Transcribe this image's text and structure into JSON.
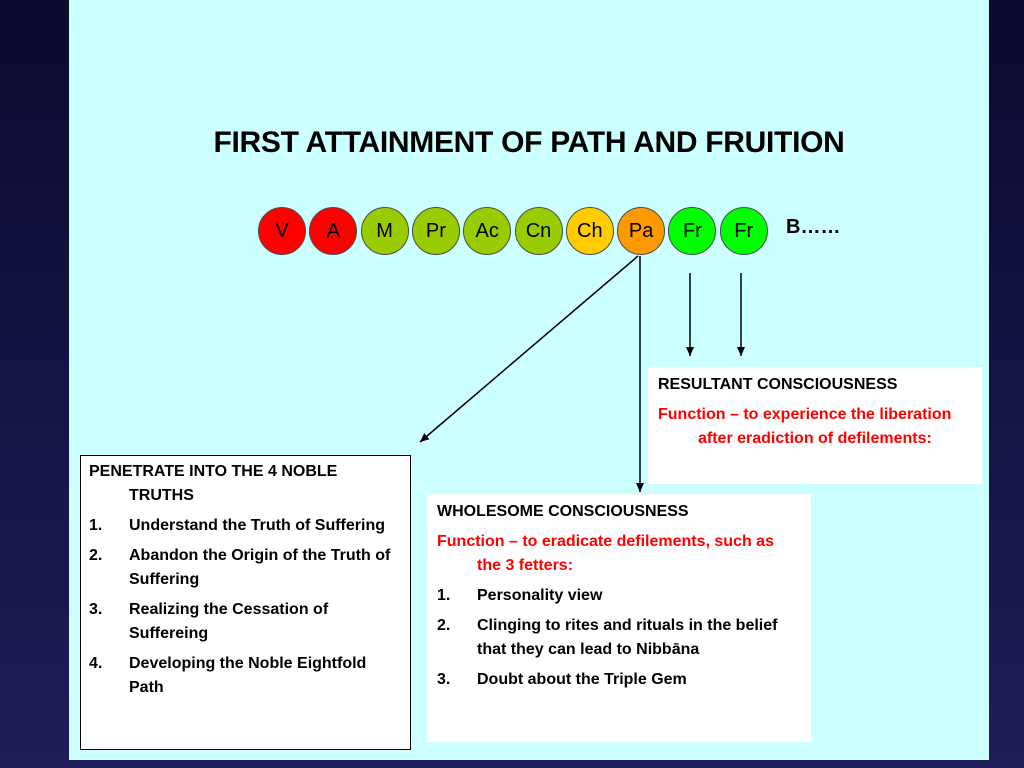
{
  "title": "FIRST ATTAINMENT OF PATH AND FRUITION",
  "sequence": [
    {
      "label": "V",
      "color": "#ff0000"
    },
    {
      "label": "A",
      "color": "#ff0000"
    },
    {
      "label": "M",
      "color": "#99cc00"
    },
    {
      "label": "Pr",
      "color": "#99cc00"
    },
    {
      "label": "Ac",
      "color": "#99cc00"
    },
    {
      "label": "Cn",
      "color": "#99cc00"
    },
    {
      "label": "Ch",
      "color": "#ffcc00"
    },
    {
      "label": "Pa",
      "color": "#ff9900"
    },
    {
      "label": "Fr",
      "color": "#00ff00"
    },
    {
      "label": "Fr",
      "color": "#00ff00"
    }
  ],
  "trail_text": "B……",
  "penetrate": {
    "heading": "PENETRATE INTO THE 4 NOBLE TRUTHS",
    "items": [
      {
        "num": "1.",
        "text": "Understand the Truth of Suffering"
      },
      {
        "num": "2.",
        "text": "Abandon the Origin of the Truth of Suffering"
      },
      {
        "num": "3.",
        "text": "Realizing the Cessation of Suffereing"
      },
      {
        "num": "4.",
        "text": "Developing the Noble Eightfold Path"
      }
    ]
  },
  "resultant": {
    "heading": "RESULTANT CONSCIOUSNESS",
    "function": "Function – to experience the liberation after eradiction of defilements:"
  },
  "wholesome": {
    "heading": "WHOLESOME CONSCIOUSNESS",
    "function": "Function – to eradicate defilements, such as the 3 fetters:",
    "items": [
      {
        "num": "1.",
        "text": "Personality view"
      },
      {
        "num": "2.",
        "text": "Clinging to rites and rituals in the belief that they can lead to Nibbāna"
      },
      {
        "num": "3.",
        "text": "Doubt about the Triple Gem"
      }
    ]
  },
  "colors": {
    "slide_background": "#ccffff",
    "outer_background": "#0b0b2e",
    "function_text": "#ff0000"
  }
}
